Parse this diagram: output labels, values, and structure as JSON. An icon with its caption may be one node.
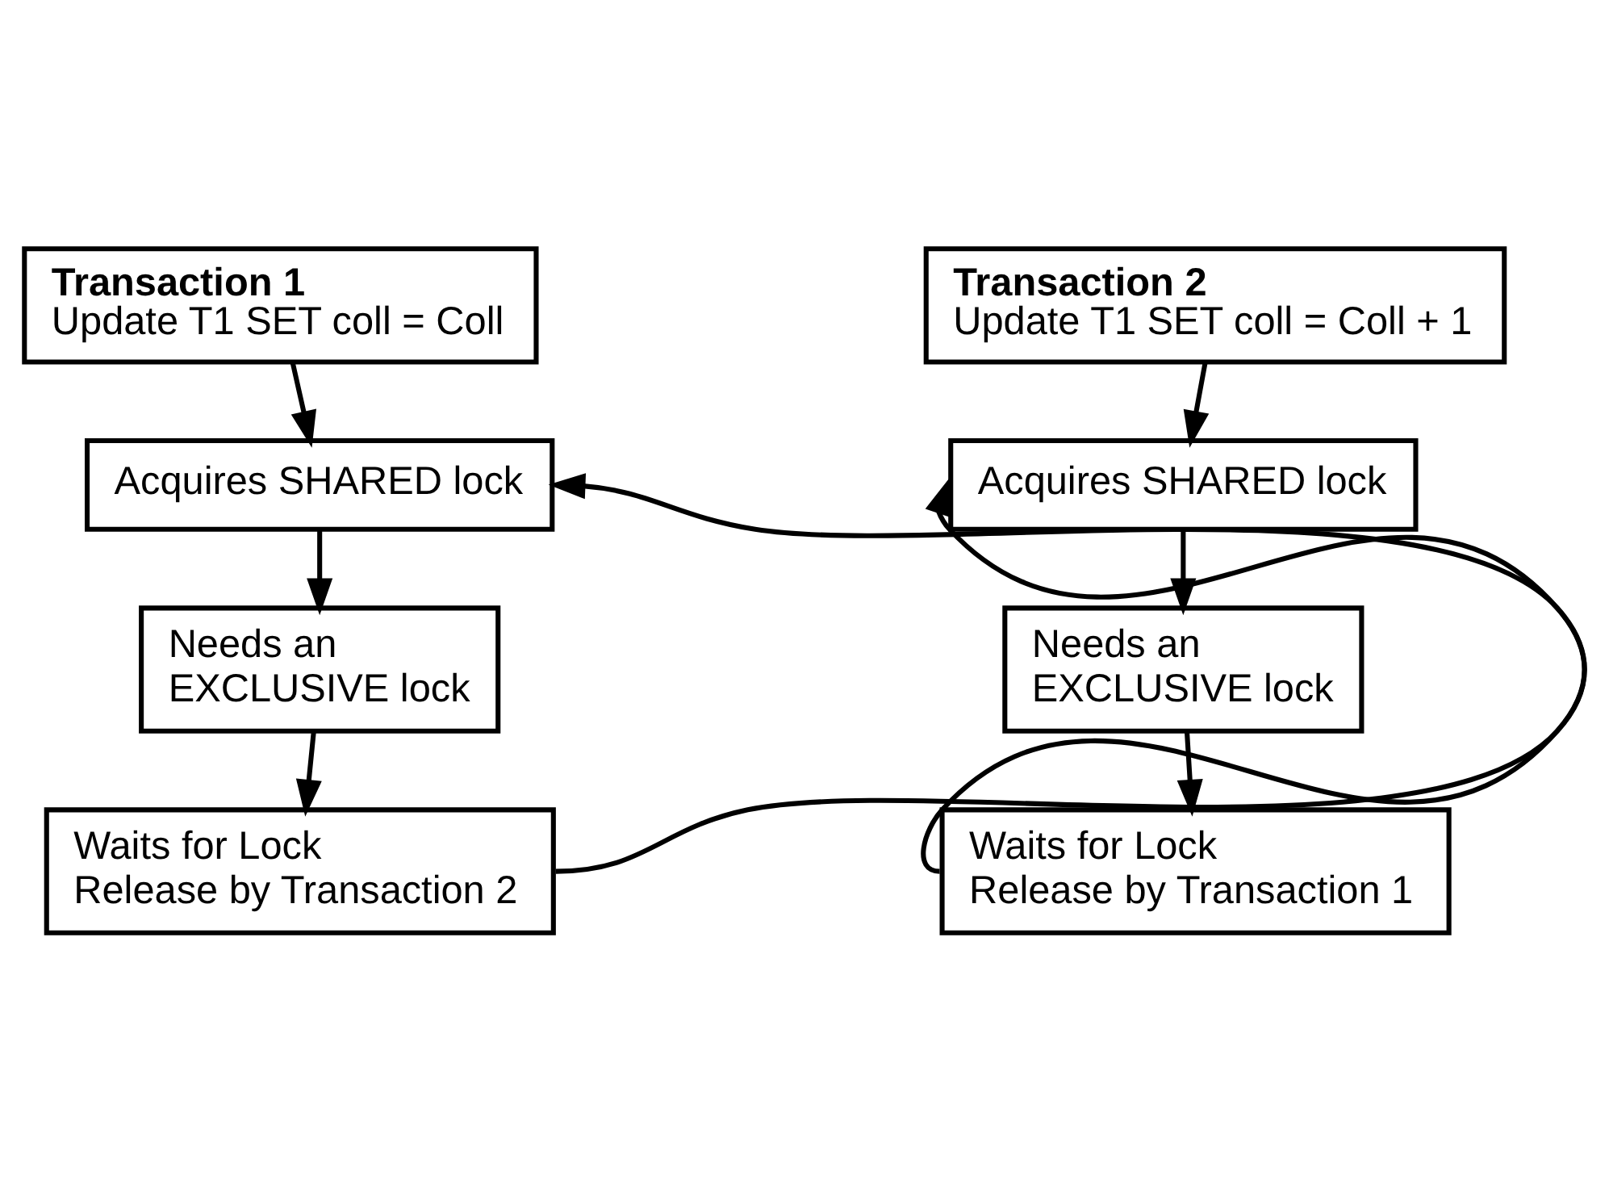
{
  "diagram": {
    "nodes": [
      {
        "text": [
          "Transaction 1",
          "Update T1 SET coll = Coll"
        ]
      },
      {
        "text": [
          "Acquires SHARED lock"
        ]
      },
      {
        "text": [
          "Needs an EXCLUSIVE lock"
        ]
      },
      {
        "text": [
          "Waits for Lock Release by Transaction 2"
        ]
      },
      {
        "text": [
          "Transaction 2",
          "Update T1 SET coll = Coll + 1"
        ]
      },
      {
        "text": [
          "Acquires SHARED lock"
        ]
      },
      {
        "text": [
          "Needs an EXCLUSIVE lock"
        ]
      },
      {
        "text": [
          "Waits for Lock Release by Transaction 1"
        ]
      }
    ],
    "edges": [
      {
        "from": 0,
        "to": 1,
        "arrow": "to"
      },
      {
        "from": 1,
        "to": 2,
        "arrow": "to"
      },
      {
        "from": 2,
        "to": 3,
        "arrow": "to"
      },
      {
        "from": 4,
        "to": 5,
        "arrow": "to"
      },
      {
        "from": 5,
        "to": 6,
        "arrow": "to"
      },
      {
        "from": 6,
        "to": 7,
        "arrow": "to"
      },
      {
        "from": 3,
        "to": 5,
        "arrow": "to"
      },
      {
        "from": 7,
        "to": 1,
        "arrow": "to"
      }
    ]
  }
}
